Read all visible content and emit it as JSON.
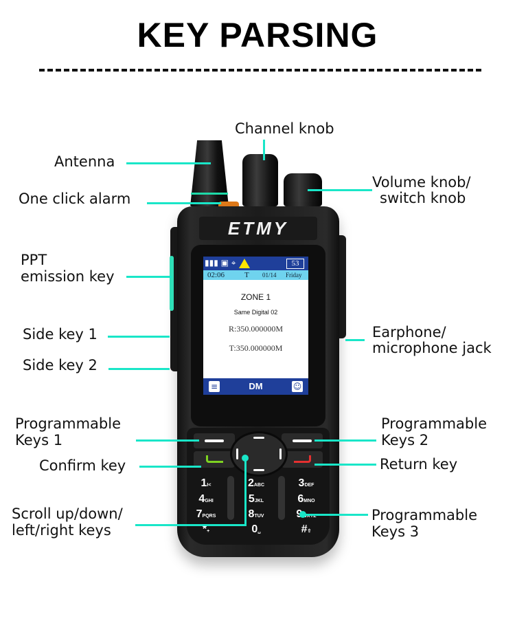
{
  "title": "KEY PARSING",
  "colors": {
    "accent_line": "#19e6c8",
    "screen_blue": "#1f3f9a",
    "screen_date_bar": "#6fd3ee",
    "warning": "#ffe600",
    "confirm_green": "#7ed321",
    "return_red": "#e53030",
    "alarm_orange": "#e07a1a"
  },
  "labels": {
    "channel_knob": "Channel knob",
    "antenna": "Antenna",
    "volume_knob_1": "Volume knob/",
    "volume_knob_2": "switch knob",
    "one_click_alarm": "One click alarm",
    "ppt_1": "PPT",
    "ppt_2": "emission key",
    "side_key_1": "Side key 1",
    "side_key_2": "Side key 2",
    "earphone_1": "Earphone/",
    "earphone_2": "microphone jack",
    "prog1_1": "Programmable",
    "prog1_2": "Keys 1",
    "prog2_1": "Programmable",
    "prog2_2": "Keys 2",
    "confirm_key": "Confirm key",
    "return_key": "Return key",
    "scroll_1": "Scroll up/down/",
    "scroll_2": "left/right keys",
    "prog3_1": "Programmable",
    "prog3_2": "Keys 3"
  },
  "radio": {
    "brand": "ETMY",
    "screen": {
      "battery": "53",
      "time": "02:06",
      "mode": "T",
      "date": "01/14",
      "day": "Friday",
      "zone": "ZONE 1",
      "channel": "Same Digital 02",
      "rx": "R:350.000000M",
      "tx": "T:350.000000M",
      "bottom_mode": "DM",
      "status_icons": [
        "signal-icon",
        "lock-L-icon",
        "satellite-icon",
        "warning-icon"
      ],
      "bottom_icons": [
        "menu-icon",
        "contacts-icon"
      ]
    },
    "keys": [
      {
        "digit": "1",
        "sub": "I<"
      },
      {
        "digit": "2",
        "sub": "ABC"
      },
      {
        "digit": "3",
        "sub": "DEF"
      },
      {
        "digit": "4",
        "sub": "GHI"
      },
      {
        "digit": "5",
        "sub": "JKL"
      },
      {
        "digit": "6",
        "sub": "MNO"
      },
      {
        "digit": "7",
        "sub": "PQRS"
      },
      {
        "digit": "8",
        "sub": "TUV"
      },
      {
        "digit": "9",
        "sub": "WXYZ"
      },
      {
        "digit": "*",
        "sub": "+"
      },
      {
        "digit": "0",
        "sub": "␣"
      },
      {
        "digit": "#",
        "sub": "⇧"
      }
    ]
  }
}
